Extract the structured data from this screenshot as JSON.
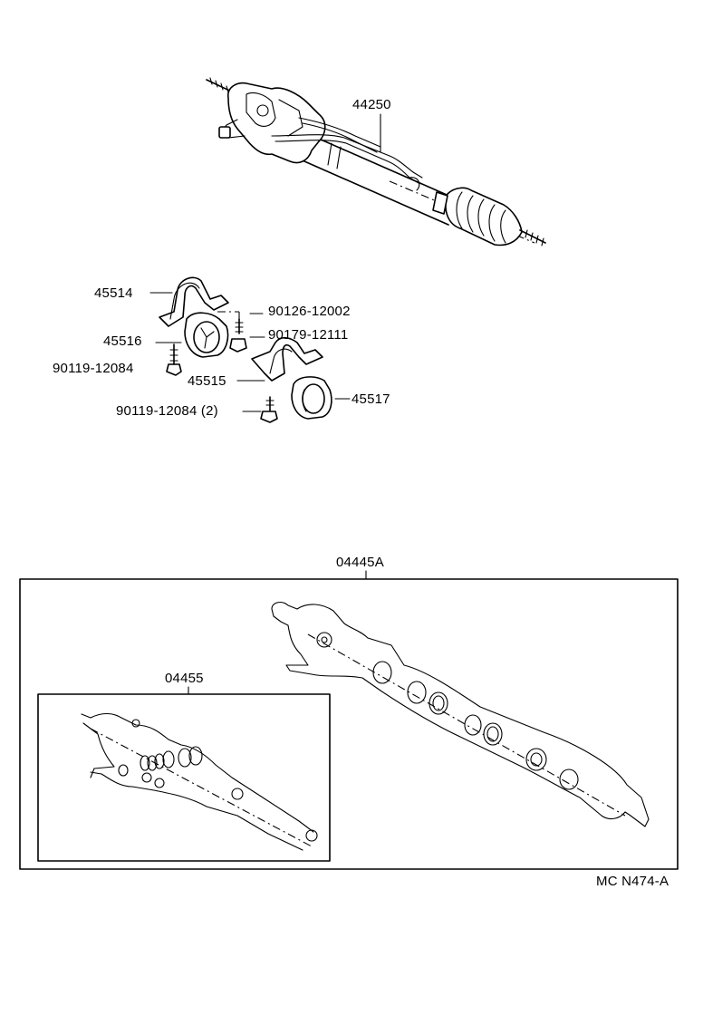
{
  "parts": {
    "rack_assembly": "44250",
    "bracket_upper": "45514",
    "grommet_left": "45516",
    "bolt_left": "90119-12084",
    "screw": "90126-12002",
    "nut": "90179-12111",
    "bracket_lower": "45515",
    "grommet_right": "45517",
    "bolt_lower": "90119-12084 (2)",
    "gasket_kit_outer": "04445A",
    "gasket_kit_inner": "04455"
  },
  "diagram_code": "MC N474-A"
}
